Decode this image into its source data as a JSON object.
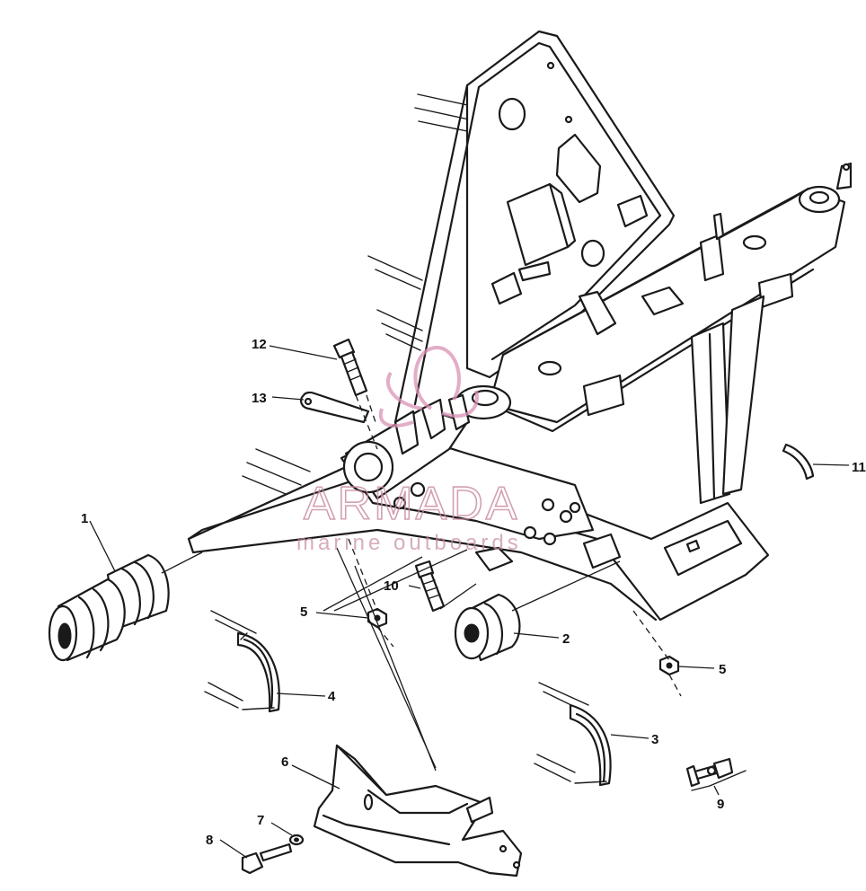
{
  "watermark": {
    "brand": "ARMADA",
    "tagline": "marine outboards",
    "accent_color": "#d992b4"
  },
  "callouts": [
    {
      "id": "1",
      "label": "1"
    },
    {
      "id": "2",
      "label": "2"
    },
    {
      "id": "3",
      "label": "3"
    },
    {
      "id": "4",
      "label": "4"
    },
    {
      "id": "5a",
      "label": "5"
    },
    {
      "id": "5b",
      "label": "5"
    },
    {
      "id": "6",
      "label": "6"
    },
    {
      "id": "7",
      "label": "7"
    },
    {
      "id": "8",
      "label": "8"
    },
    {
      "id": "9",
      "label": "9"
    },
    {
      "id": "10",
      "label": "10"
    },
    {
      "id": "11",
      "label": "11"
    },
    {
      "id": "12",
      "label": "12"
    },
    {
      "id": "13",
      "label": "13"
    }
  ]
}
